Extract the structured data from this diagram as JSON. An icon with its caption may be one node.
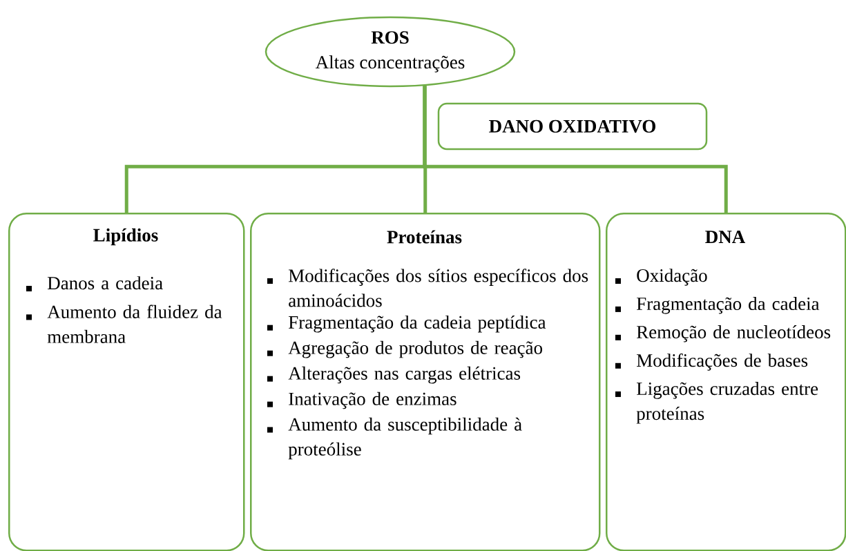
{
  "diagram": {
    "nodes": [
      {
        "text": [
          "ROS",
          "Altas concentrações"
        ]
      },
      {
        "text": [
          "DANO OXIDATIVO"
        ]
      },
      {
        "text": [
          "Lipídios",
          "Danos a cadeia",
          "Aumento da fluidez da membrana"
        ]
      },
      {
        "text": [
          "Proteínas",
          "Modificações dos sítios específicos dos aminoácidos",
          "Fragmentação da cadeia peptídica",
          "Agregação de produtos de reação",
          "Alterações nas cargas elétricas",
          "Inativação de enzimas",
          "Aumento da susceptibilidade  à proteólise"
        ]
      },
      {
        "text": [
          "DNA",
          "Oxidação",
          "Fragmentação da cadeia",
          "Remoção de nucleotídeos",
          "Modificações de bases",
          "Ligações cruzadas entre proteínas"
        ]
      }
    ],
    "edges": [
      {
        "from": 0,
        "to": 2,
        "arrow": "none"
      },
      {
        "from": 0,
        "to": 3,
        "arrow": "none"
      },
      {
        "from": 0,
        "to": 4,
        "arrow": "none"
      }
    ]
  }
}
